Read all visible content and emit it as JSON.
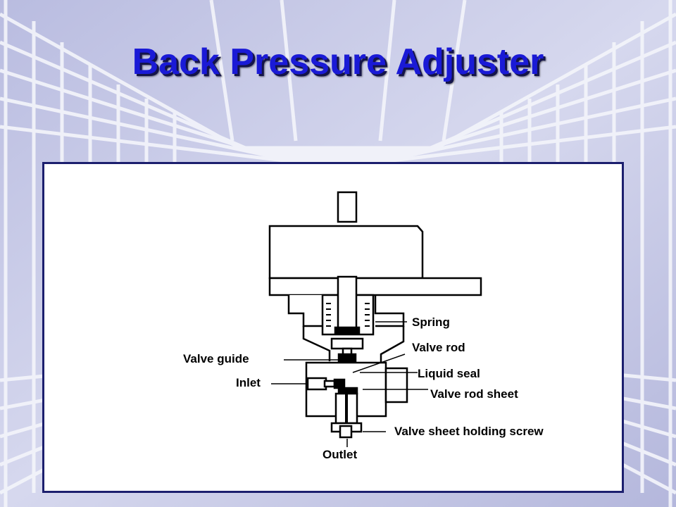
{
  "slide": {
    "title": "Back Pressure Adjuster"
  },
  "diagram": {
    "labels": {
      "spring": "Spring",
      "valve_rod": "Valve rod",
      "valve_guide": "Valve guide",
      "liquid_seal": "Liquid seal",
      "inlet": "Inlet",
      "valve_rod_sheet": "Valve rod sheet",
      "valve_sheet_holding_screw": "Valve sheet holding screw",
      "outlet": "Outlet"
    }
  }
}
